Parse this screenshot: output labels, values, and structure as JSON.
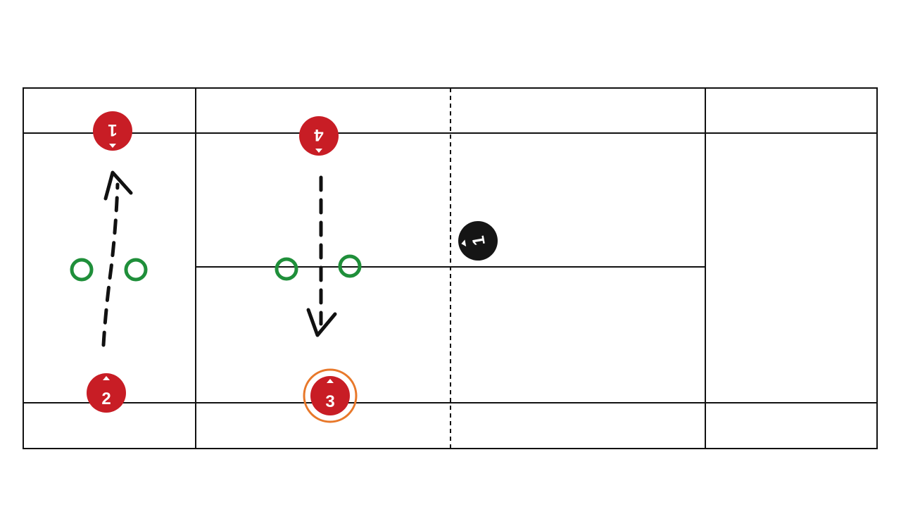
{
  "colors": {
    "player": "#c81d25",
    "opponent": "#111111",
    "cone": "#1f8f3a",
    "highlight": "#e8782a",
    "line": "#111111"
  },
  "players": [
    {
      "label": "1",
      "team": "red",
      "facing": "down"
    },
    {
      "label": "4",
      "team": "red",
      "facing": "down"
    },
    {
      "label": "2",
      "team": "red",
      "facing": "up"
    },
    {
      "label": "3",
      "team": "red",
      "facing": "up",
      "highlighted": true
    },
    {
      "label": "1",
      "team": "black",
      "facing": "left"
    }
  ],
  "cones": 4,
  "movements": [
    {
      "from": "2",
      "to": "1",
      "style": "dashed-arrow"
    },
    {
      "from": "4",
      "to": "3",
      "style": "dashed-arrow"
    }
  ]
}
